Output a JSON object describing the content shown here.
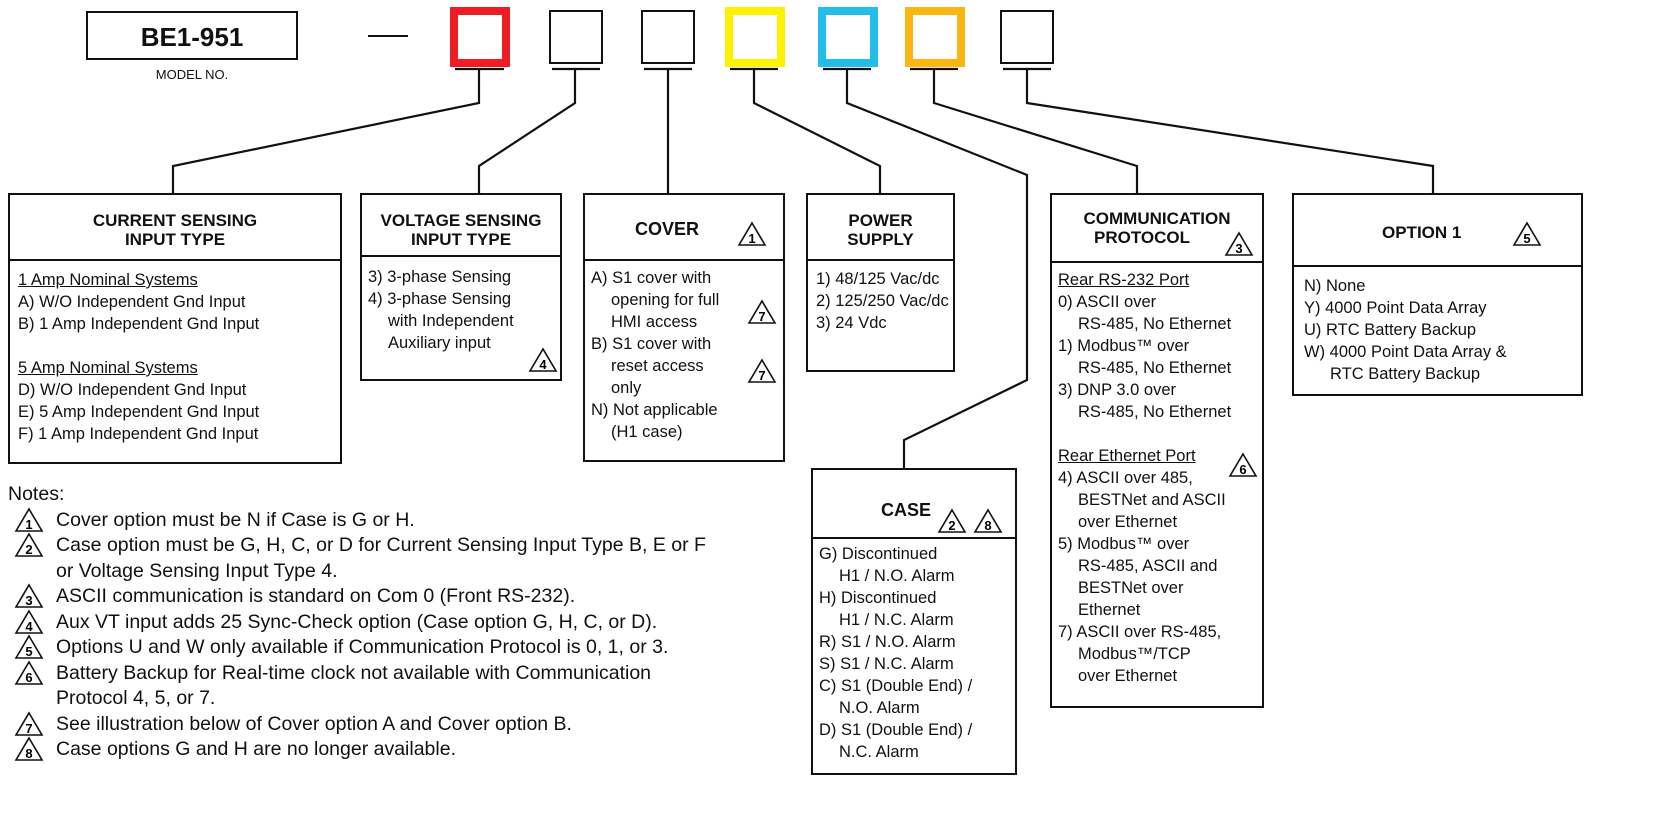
{
  "model": {
    "number": "BE1-951",
    "caption": "MODEL NO.",
    "dash": "—"
  },
  "colors": {
    "red": "#ee1c24",
    "yellow": "#fff200",
    "cyan": "#22bde9",
    "orange": "#fcb614",
    "line": "#111111"
  },
  "boxes": {
    "current": {
      "title": [
        "CURRENT SENSING",
        "INPUT TYPE"
      ],
      "group1_heading": "1 Amp Nominal Systems",
      "group1": [
        "A) W/O Independent Gnd Input",
        "B) 1 Amp Independent Gnd Input"
      ],
      "group2_heading": "5 Amp Nominal Systems",
      "group2": [
        "D) W/O Independent Gnd Input",
        "E) 5 Amp Independent Gnd Input",
        "F) 1 Amp Independent Gnd Input"
      ]
    },
    "voltage": {
      "title": [
        "VOLTAGE SENSING",
        "INPUT TYPE"
      ],
      "lines": [
        "3) 3-phase Sensing",
        "4) 3-phase Sensing",
        "with Independent",
        "Auxiliary input"
      ],
      "note_ref": "4"
    },
    "cover": {
      "title": "COVER",
      "title_note": "1",
      "lines": [
        "A) S1 cover with",
        "opening for full",
        "HMI access",
        "B) S1 cover with",
        "reset access",
        "only",
        "N) Not applicable",
        "(H1 case)"
      ],
      "note_a": "7",
      "note_b": "7"
    },
    "power": {
      "title": [
        "POWER",
        "SUPPLY"
      ],
      "lines": [
        "1) 48/125 Vac/dc",
        "2) 125/250 Vac/dc",
        "3) 24 Vdc"
      ]
    },
    "case": {
      "title": "CASE",
      "title_notes": [
        "2",
        "8"
      ],
      "lines": [
        "G) Discontinued",
        "H1 / N.O. Alarm",
        "H) Discontinued",
        "H1 / N.C. Alarm",
        "R) S1 / N.O. Alarm",
        "S) S1 / N.C. Alarm",
        "C) S1 (Double End) /",
        "N.O. Alarm",
        "D) S1 (Double End) /",
        "N.C. Alarm"
      ]
    },
    "comm": {
      "title": [
        "COMMUNICATION",
        "PROTOCOL"
      ],
      "title_note": "3",
      "rs232_heading": "Rear RS-232 Port",
      "rs232": [
        "0) ASCII over",
        "RS-485, No Ethernet",
        "1) Modbus™ over",
        "RS-485, No Ethernet",
        "3) DNP 3.0 over",
        "RS-485, No Ethernet"
      ],
      "eth_heading": "Rear Ethernet Port",
      "eth_note": "6",
      "eth": [
        "4) ASCII over 485,",
        "BESTNet and ASCII",
        "over Ethernet",
        "5) Modbus™ over",
        "RS-485, ASCII and",
        "BESTNet over",
        "Ethernet",
        "7) ASCII over RS-485,",
        "Modbus™/TCP",
        "over Ethernet"
      ]
    },
    "option1": {
      "title": "OPTION 1",
      "title_note": "5",
      "lines": [
        "N) None",
        "Y)  4000 Point Data Array",
        "U)  RTC Battery Backup",
        "W) 4000 Point Data Array &",
        "RTC Battery Backup"
      ]
    }
  },
  "notes": {
    "heading": "Notes:",
    "items": [
      {
        "n": "1",
        "text": "Cover option must be N if Case is G or H."
      },
      {
        "n": "2",
        "text": "Case option must be G, H, C, or D for Current Sensing Input Type B, E or F"
      },
      {
        "n": "",
        "text": "or Voltage Sensing Input Type 4."
      },
      {
        "n": "3",
        "text": "ASCII communication is standard on Com 0 (Front RS-232)."
      },
      {
        "n": "4",
        "text": "Aux VT input adds 25 Sync-Check  option (Case option G, H, C, or D)."
      },
      {
        "n": "5",
        "text": "Options U and W only available if Communication Protocol is 0, 1, or 3."
      },
      {
        "n": "6",
        "text": "Battery Backup for Real-time clock not available with Communication"
      },
      {
        "n": "",
        "text": "Protocol 4, 5, or 7."
      },
      {
        "n": "7",
        "text": "See illustration below of Cover option A and Cover option B."
      },
      {
        "n": "8",
        "text": "Case options G and H are no longer available."
      }
    ]
  }
}
